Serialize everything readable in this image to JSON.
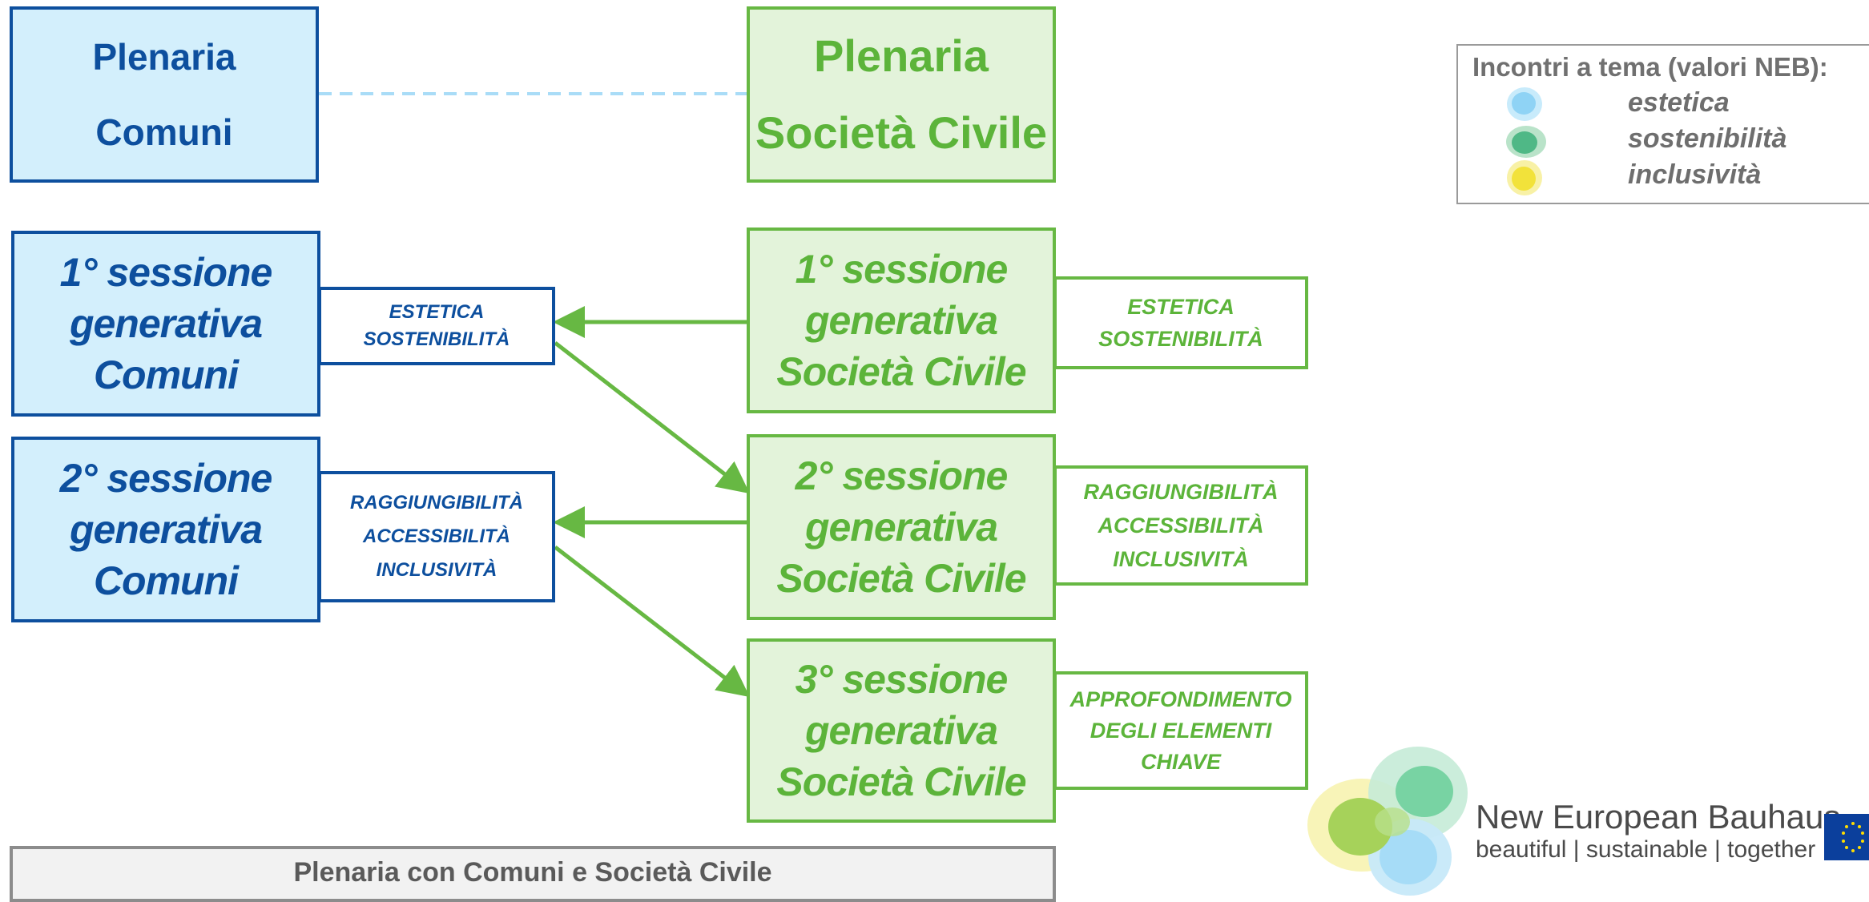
{
  "plenaria_comuni": {
    "line1": "Plenaria",
    "line2": "Comuni"
  },
  "plenaria_societa": {
    "line1": "Plenaria",
    "line2": "Società Civile"
  },
  "comuni_sessions": [
    {
      "lines": [
        "1° sessione",
        "generativa",
        "Comuni"
      ],
      "tags": [
        "ESTETICA",
        "SOSTENIBILITÀ"
      ]
    },
    {
      "lines": [
        "2° sessione",
        "generativa",
        "Comuni"
      ],
      "tags": [
        "RAGGIUNGIBILITÀ",
        "ACCESSIBILITÀ",
        "INCLUSIVITÀ"
      ]
    }
  ],
  "societa_sessions": [
    {
      "lines": [
        "1° sessione",
        "generativa",
        "Società Civile"
      ],
      "tags": [
        "ESTETICA",
        "SOSTENIBILITÀ"
      ]
    },
    {
      "lines": [
        "2° sessione",
        "generativa",
        "Società Civile"
      ],
      "tags": [
        "RAGGIUNGIBILITÀ",
        "ACCESSIBILITÀ",
        "INCLUSIVITÀ"
      ]
    },
    {
      "lines": [
        "3° sessione",
        "generativa",
        "Società Civile"
      ],
      "tags": [
        "APPROFONDIMENTO",
        "DEGLI ELEMENTI",
        "CHIAVE"
      ]
    }
  ],
  "legend": {
    "title": "Incontri a tema (valori NEB):",
    "items": [
      {
        "label": "estetica",
        "color": "#8fd3f5"
      },
      {
        "label": "sostenibilità",
        "color": "#4fb886"
      },
      {
        "label": "inclusività",
        "color": "#f2e23a"
      }
    ]
  },
  "bottom_bar": "Plenaria con Comuni e Società Civile",
  "branding": {
    "title": "New European Bauhaus",
    "subtitle": "beautiful | sustainable | together"
  },
  "colors": {
    "blue": "#0d4f9e",
    "light_blue": "#d3effc",
    "green": "#67b843",
    "light_green": "#e3f3da",
    "dashed_connector": "#a9dcf7"
  }
}
